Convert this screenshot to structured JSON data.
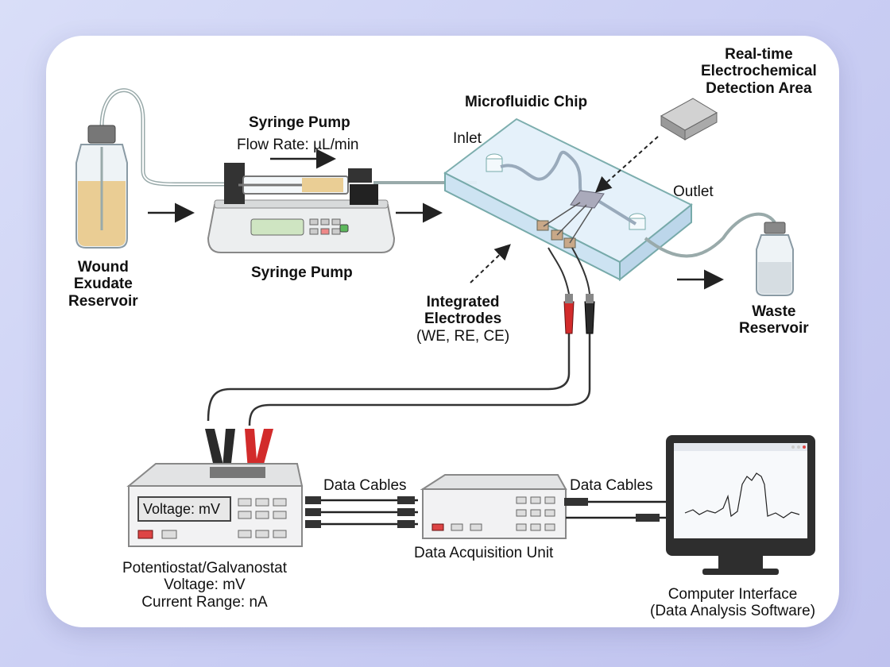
{
  "labels": {
    "reservoir": [
      "Wound",
      "Exudate",
      "Reservoir"
    ],
    "syringe_pump_title": "Syringe Pump",
    "flow_rate": "Flow Rate: µL/min",
    "syringe_pump_caption": "Syringe Pump",
    "chip_title": "Microfluidic Chip",
    "inlet": "Inlet",
    "outlet": "Outlet",
    "detection": [
      "Real-time",
      "Electrochemical",
      "Detection Area"
    ],
    "electrodes": [
      "Integrated",
      "Electrodes",
      "(WE, RE, CE)"
    ],
    "waste": [
      "Waste",
      "Reservoir"
    ],
    "potentiostat_display": "Voltage: mV",
    "potentiostat": [
      "Potentiostat/Galvanostat",
      "Voltage: mV",
      "Current Range: nA"
    ],
    "data_cables_1": "Data Cables",
    "data_cables_2": "Data Cables",
    "daq": "Data Acquisition Unit",
    "computer": [
      "Computer Interface",
      "(Data Analysis Software)"
    ]
  },
  "colors": {
    "background": "#c9cdf3",
    "card": "#ffffff",
    "exudate": "#e9c98a",
    "chip": "#d9ecf8",
    "red_clip": "#d22b2b",
    "black_clip": "#2a2a2a"
  }
}
